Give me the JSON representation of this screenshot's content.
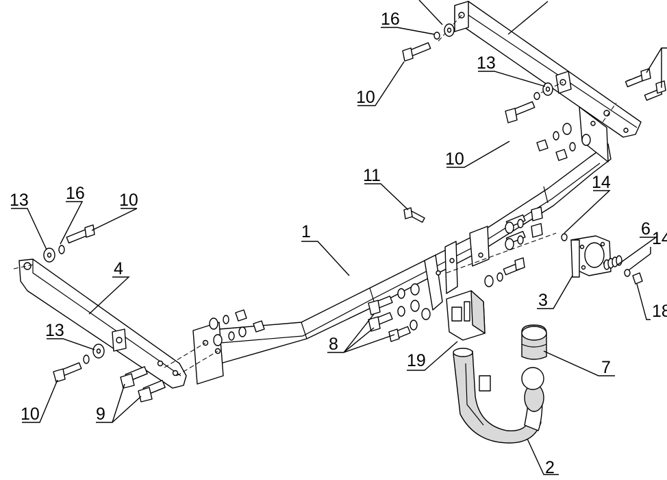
{
  "diagram": {
    "callouts": [
      {
        "id": "lbl-1",
        "text": "1"
      },
      {
        "id": "lbl-2",
        "text": "2"
      },
      {
        "id": "lbl-3",
        "text": "3"
      },
      {
        "id": "lbl-4",
        "text": "4"
      },
      {
        "id": "lbl-6",
        "text": "6"
      },
      {
        "id": "lbl-7",
        "text": "7"
      },
      {
        "id": "lbl-8",
        "text": "8"
      },
      {
        "id": "lbl-9",
        "text": "9"
      },
      {
        "id": "lbl-10a",
        "text": "10"
      },
      {
        "id": "lbl-10b",
        "text": "10"
      },
      {
        "id": "lbl-10c",
        "text": "10"
      },
      {
        "id": "lbl-10d",
        "text": "10"
      },
      {
        "id": "lbl-11",
        "text": "11"
      },
      {
        "id": "lbl-13a",
        "text": "13"
      },
      {
        "id": "lbl-13b",
        "text": "13"
      },
      {
        "id": "lbl-13c",
        "text": "13"
      },
      {
        "id": "lbl-14a",
        "text": "14"
      },
      {
        "id": "lbl-14b",
        "text": "14"
      },
      {
        "id": "lbl-16a",
        "text": "16"
      },
      {
        "id": "lbl-16b",
        "text": "16"
      },
      {
        "id": "lbl-18",
        "text": "18"
      },
      {
        "id": "lbl-19",
        "text": "19"
      }
    ]
  }
}
